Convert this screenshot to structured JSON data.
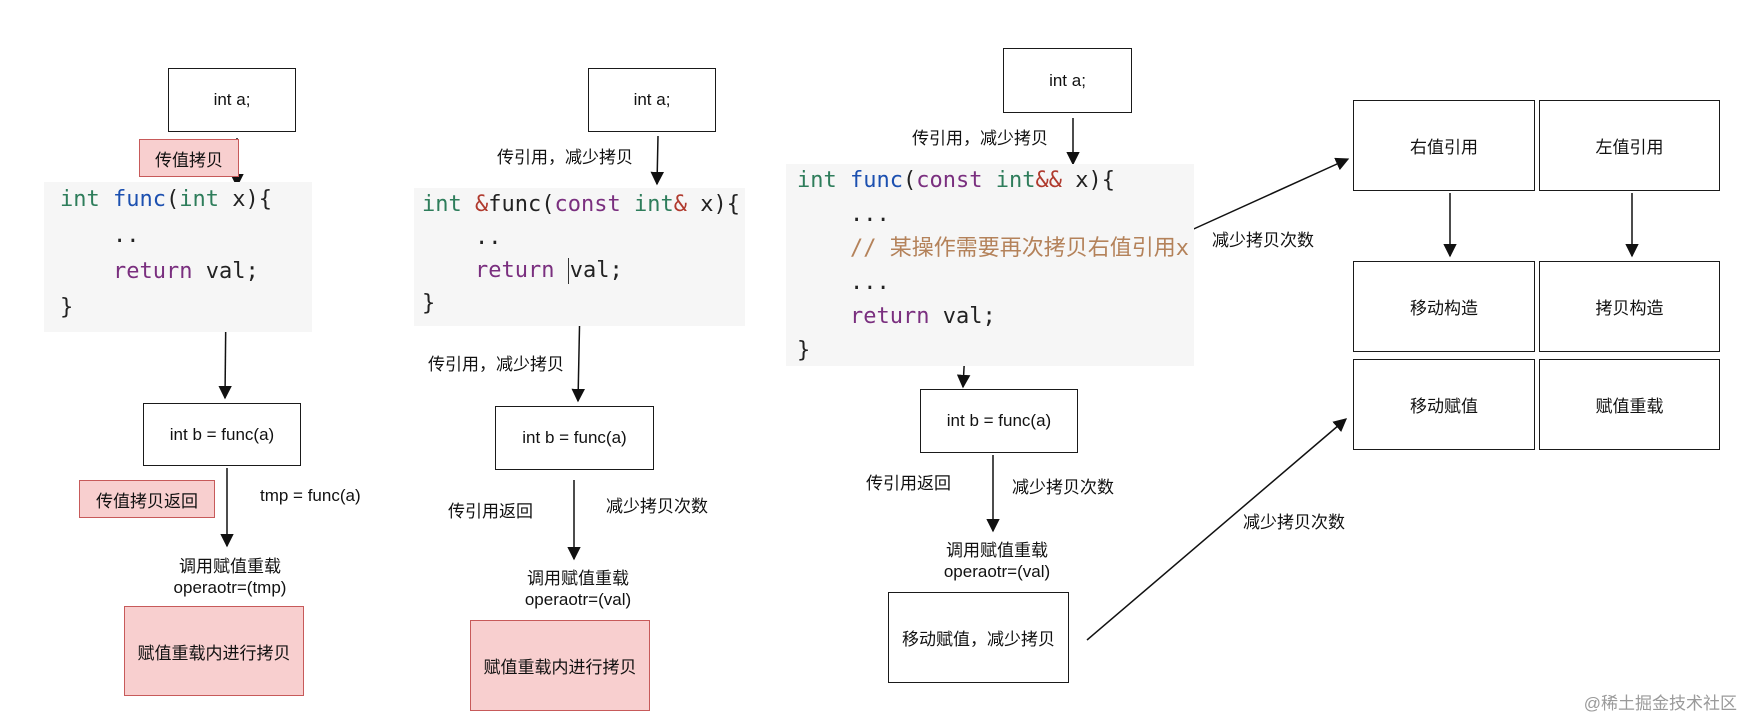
{
  "panel1": {
    "top_box": "int a;",
    "pass_label": "传值拷贝",
    "code": {
      "l1_kw": "int",
      "l1_fn": "func",
      "l1_rest1": "(",
      "l1_kw2": "int",
      "l1_rest2": " x){",
      "l2": "    ..",
      "l3_ret": "return",
      "l3_rest": " val;",
      "l4": "}"
    },
    "call_box": "int b = func(a)",
    "return_label": "传值拷贝返回",
    "tmp_label": "tmp = func(a)",
    "assign_l1": "调用赋值重载",
    "assign_l2": "operaotr=(tmp)",
    "result_box": "赋值重载内进行拷贝"
  },
  "panel2": {
    "top_box": "int a;",
    "ref_label": "传引用，减少拷贝",
    "code": {
      "l1_kw": "int",
      "l1_amp": "&",
      "l1_fn": "func",
      "l1_p": "(",
      "l1_kw2": "const",
      "l1_sp": " ",
      "l1_kw3": "int",
      "l1_amp2": "&",
      "l1_rest": " x){",
      "l2": "    ..",
      "l3_ret": "return",
      "l3_rest1": " ",
      "l3_rest2": "val;",
      "l4": "}"
    },
    "ref_label2": "传引用，减少拷贝",
    "call_box": "int b = func(a)",
    "return_label": "传引用返回",
    "reduce_label": "减少拷贝次数",
    "assign_l1": "调用赋值重载",
    "assign_l2": "operaotr=(val)",
    "result_box": "赋值重载内进行拷贝"
  },
  "panel3": {
    "top_box": "int a;",
    "ref_label": "传引用，减少拷贝",
    "code": {
      "l1_kw": "int",
      "l1_fn": "func",
      "l1_p": "(",
      "l1_kw2": "const",
      "l1_sp": " ",
      "l1_kw3": "int",
      "l1_amp": "&&",
      "l1_rest": " x){",
      "l2": "    ...",
      "l3": "// 某操作需要再次拷贝右值引用x",
      "l4": "    ...",
      "l5_ret": "return",
      "l5_rest": " val;",
      "l6": "}"
    },
    "call_box": "int b = func(a)",
    "return_label": "传引用返回",
    "reduce_label": "减少拷贝次数",
    "assign_l1": "调用赋值重载",
    "assign_l2": "operaotr=(val)",
    "result_box": "移动赋值，减少拷贝"
  },
  "panel4": {
    "reduce_top": "减少拷贝次数",
    "reduce_bottom": "减少拷贝次数",
    "rvalue_ref": "右值引用",
    "lvalue_ref": "左值引用",
    "move_ctor": "移动构造",
    "copy_ctor": "拷贝构造",
    "move_assign": "移动赋值",
    "assign_overload": "赋值重载"
  },
  "watermark": "@稀土掘金技术社区"
}
